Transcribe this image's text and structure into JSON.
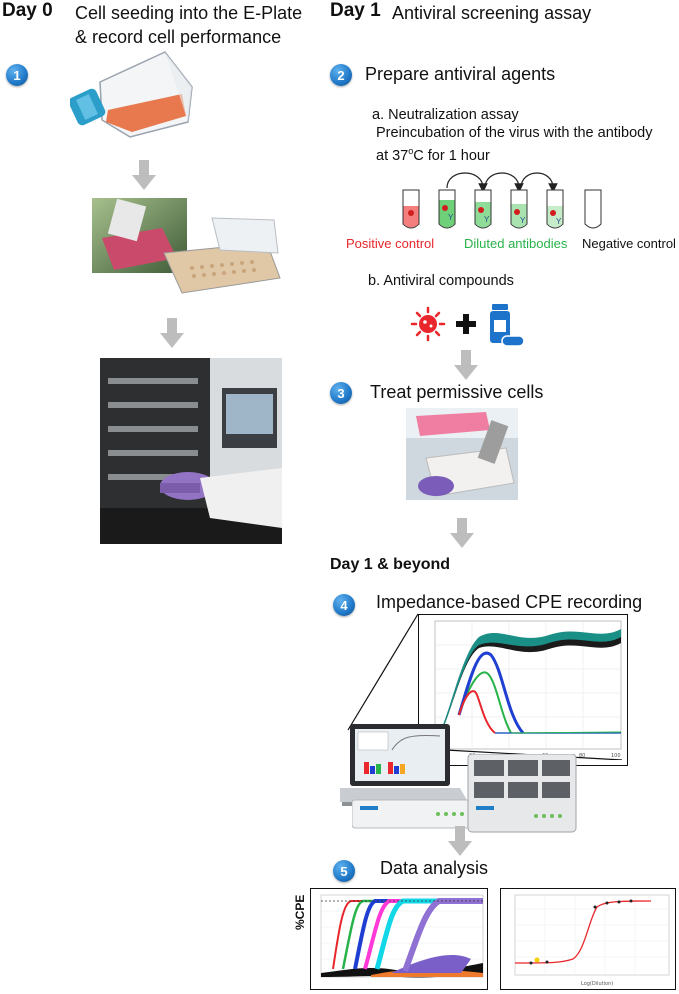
{
  "day0": {
    "label": "Day 0",
    "title_line1": "Cell seeding into the E-Plate",
    "title_line2": "& record cell performance"
  },
  "day1": {
    "label": "Day 1",
    "title": "Antiviral screening assay"
  },
  "day1beyond": {
    "label": "Day 1 & beyond"
  },
  "steps": [
    {
      "num": "1"
    },
    {
      "num": "2",
      "title": "Prepare antiviral agents"
    },
    {
      "num": "3",
      "title": "Treat permissive cells"
    },
    {
      "num": "4",
      "title": "Impedance-based CPE recording"
    },
    {
      "num": "5",
      "title": "Data analysis"
    }
  ],
  "neutralization": {
    "heading": "a. Neutralization assay",
    "line1": "Preincubation of the virus with the antibody",
    "line2_prefix": "at 37",
    "line2_sup": "o",
    "line2_suffix": "C for 1 hour",
    "positive": "Positive control",
    "diluted": "Diluted antibodies",
    "negative": "Negative control"
  },
  "compounds": {
    "heading": "b. Antiviral compounds"
  },
  "analysis": {
    "ylabel": "%CPE"
  },
  "colors": {
    "accent": "#1f78c8",
    "positive": "#e8262b",
    "diluted": "#27b34a",
    "arrow_gray": "#bdbdbd"
  }
}
